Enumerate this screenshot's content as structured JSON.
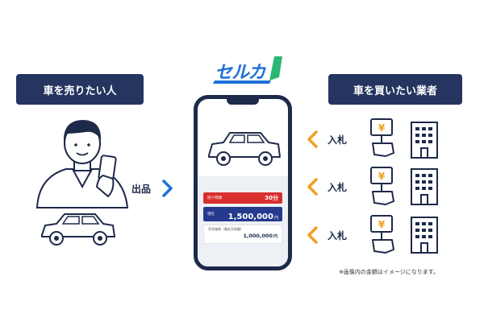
{
  "left_banner": {
    "label": "車を売りたい人"
  },
  "right_banner": {
    "label": "車を買いたい業者"
  },
  "logo": {
    "text": "セルカ",
    "accent_color": "#1d6fd8",
    "mark_color": "#2bb673"
  },
  "listing": {
    "label": "出品",
    "arrow_icon": "chevron-right-icon"
  },
  "phone": {
    "remaining_time": {
      "label": "残り時間",
      "value": "30分"
    },
    "current_price": {
      "label": "現在",
      "value": "1,500,000",
      "unit": "円"
    },
    "min_price": {
      "label": "売却価格（最低売却額）",
      "value": "1,000,000",
      "unit": "円"
    }
  },
  "bids": [
    {
      "label": "入札",
      "arrow_icon": "chevron-left-icon"
    },
    {
      "label": "入札",
      "arrow_icon": "chevron-left-icon"
    },
    {
      "label": "入札",
      "arrow_icon": "chevron-left-icon"
    }
  ],
  "note": "※画像内の金額はイメージになります。",
  "colors": {
    "navy": "#253560",
    "orange": "#f0a020",
    "blue": "#1d6fd8",
    "red": "#d9302f",
    "panel_gray": "#edf0f5"
  }
}
